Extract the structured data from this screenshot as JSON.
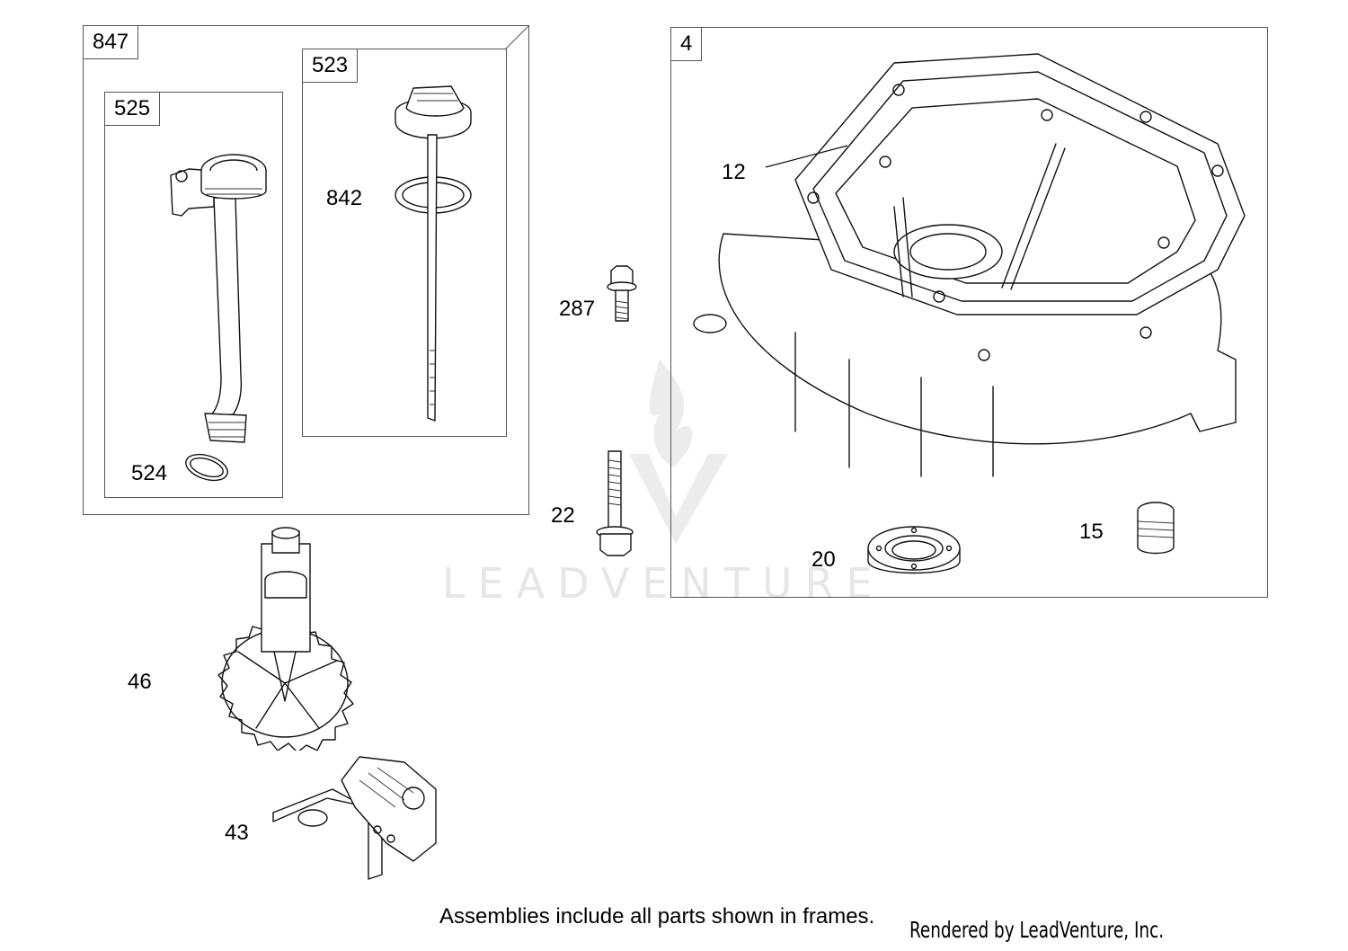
{
  "frames": {
    "f847": "847",
    "f525": "525",
    "f523": "523",
    "f4": "4"
  },
  "callouts": {
    "c524": "524",
    "c842": "842",
    "c287": "287",
    "c22": "22",
    "c12": "12",
    "c20": "20",
    "c15": "15",
    "c46": "46",
    "c43": "43"
  },
  "watermark": {
    "text": "LEADVENTURE"
  },
  "footer": {
    "note": "Assemblies include all parts shown in frames.",
    "rendered_by": "Rendered by LeadVenture, Inc."
  }
}
